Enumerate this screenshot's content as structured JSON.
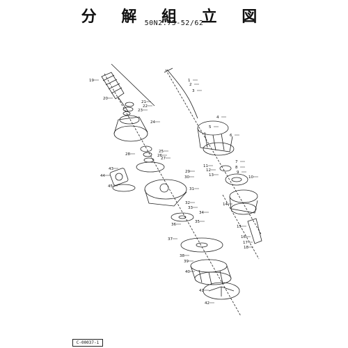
{
  "title": "分 解 組 立 図",
  "model": "50N2.75-52/62",
  "drawing_no": "C-00037-1",
  "callouts": [
    "1",
    "2",
    "3",
    "4",
    "5",
    "6",
    "7",
    "8",
    "9",
    "10",
    "11",
    "12",
    "13",
    "14",
    "15",
    "16",
    "17",
    "18",
    "19",
    "20",
    "21",
    "22",
    "23",
    "24",
    "25",
    "26",
    "27",
    "28",
    "29",
    "30",
    "31",
    "32",
    "33",
    "34",
    "35",
    "36",
    "37",
    "38",
    "39",
    "40",
    "41",
    "42",
    "43",
    "44",
    "45"
  ]
}
